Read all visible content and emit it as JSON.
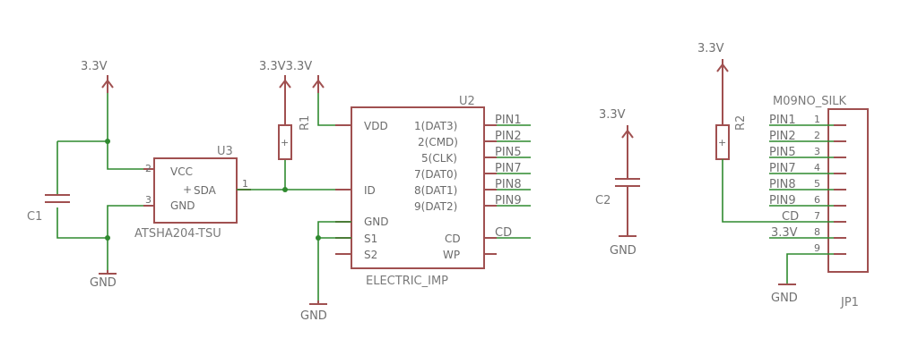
{
  "power": {
    "v1": "3.3V",
    "v2": "3.3V3.3V",
    "v3": "3.3V",
    "v4": "3.3V",
    "gnd1": "GND",
    "gnd2": "GND",
    "gnd3": "GND",
    "gnd4": "GND"
  },
  "parts": {
    "c1": "C1",
    "c2": "C2",
    "r1": "R1",
    "r2": "R2",
    "u3_ref": "U3",
    "u3_value": "ATSHA204-TSU",
    "u2_ref": "U2",
    "u2_value": "ELECTRIC_IMP",
    "jp1_ref": "JP1",
    "jp1_value": "M09NO_SILK"
  },
  "u3_pins": {
    "vcc": "VCC",
    "sda": "SDA",
    "gnd": "GND",
    "num_vcc": "2",
    "num_gnd": "3",
    "num_sda": "1"
  },
  "u2_pins": {
    "vdd": "VDD",
    "id": "ID",
    "gnd": "GND",
    "s1": "S1",
    "s2": "S2",
    "dat3": "1(DAT3)",
    "cmd": "2(CMD)",
    "clk": "5(CLK)",
    "dat0": "7(DAT0)",
    "dat1": "8(DAT1)",
    "dat2": "9(DAT2)",
    "cd": "CD",
    "wp": "WP"
  },
  "u2_nets": [
    "PIN1",
    "PIN2",
    "PIN5",
    "PIN7",
    "PIN8",
    "PIN9",
    "CD"
  ],
  "jp1_nets": [
    "PIN1",
    "PIN2",
    "PIN5",
    "PIN7",
    "PIN8",
    "PIN9",
    "CD",
    "3.3V"
  ],
  "jp1_numbers": [
    "1",
    "2",
    "3",
    "4",
    "5",
    "6",
    "7",
    "8",
    "9"
  ],
  "colors": {
    "symbol": "#a05050",
    "wire": "#2f8a2f",
    "text": "#707070"
  }
}
